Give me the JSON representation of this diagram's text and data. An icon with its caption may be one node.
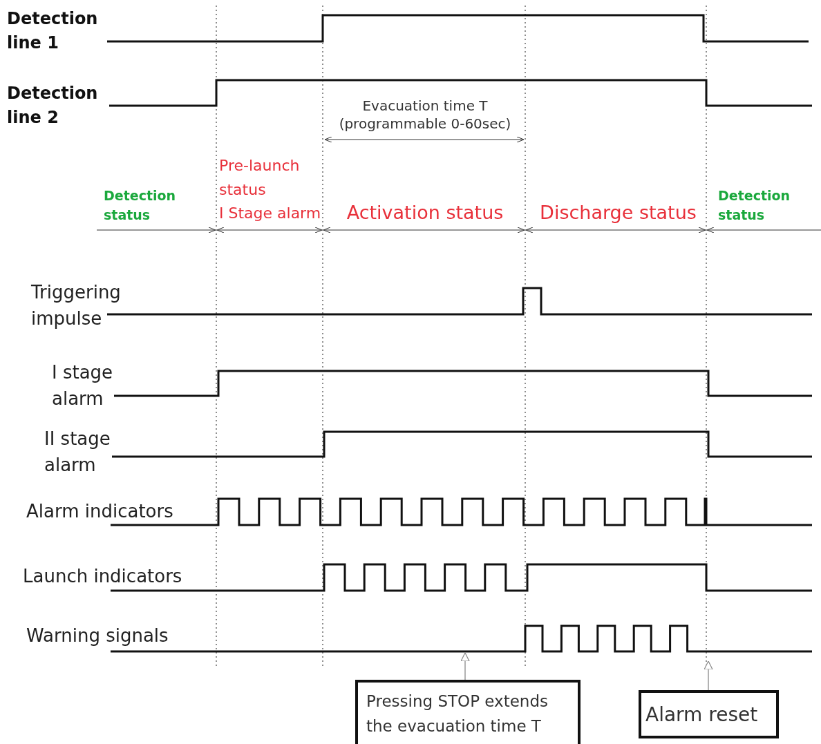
{
  "diagram": {
    "nodes": [
      {
        "text": [
          "Pressing STOP extends the evacuation time T"
        ]
      },
      {
        "text": [
          "Alarm reset"
        ]
      },
      {
        "text": [],
        "shape": "line"
      }
    ],
    "edges": [
      {
        "from": 0,
        "to": 2,
        "arrow": "to"
      },
      {
        "from": 1,
        "to": 2,
        "arrow": "to"
      }
    ],
    "labels": [
      "Detection line 1",
      "Detection line 2",
      "Evacuation time T (programmable 0-60sec)",
      "Pre-launch status",
      "I Stage alarm",
      "Detection status",
      "Activation status",
      "Discharge status",
      "Detection status",
      "Triggering impulse",
      "I stage alarm",
      "II stage alarm",
      "Alarm indicators",
      "Launch indicators",
      "Warning signals"
    ]
  }
}
